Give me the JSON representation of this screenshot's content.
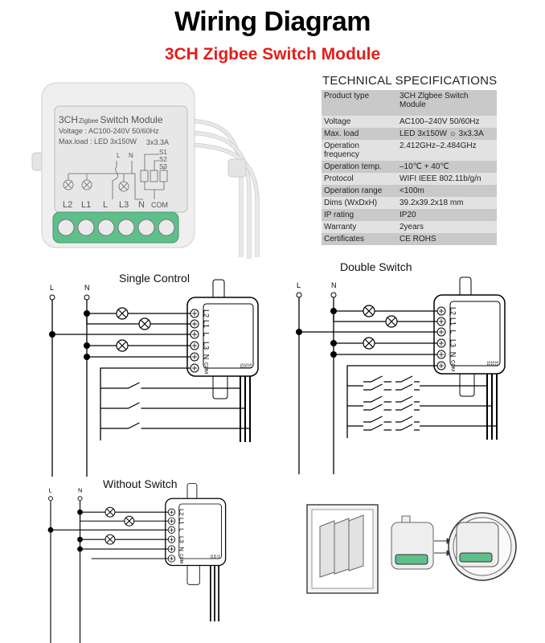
{
  "header": {
    "title": "Wiring Diagram",
    "subtitle": "3CH Zigbee Switch Module"
  },
  "colors": {
    "title": "#000000",
    "subtitle": "#e0201b",
    "terminal_green": "#5fbf8a",
    "table_row_dark": "#c9c9c9",
    "table_row_light": "#e2e2e2"
  },
  "module": {
    "brand_line": {
      "a": "3CH",
      "b": "Zigbee",
      "c": "Switch Module"
    },
    "voltage": "Voltage : AC100-240V 50/60Hz",
    "max_load": "Max.load : LED 3x150W",
    "max_load_b": "3x3.3A",
    "terminals": [
      "L2",
      "L1",
      "L",
      "L3",
      "N",
      "COM"
    ],
    "top_labels": [
      "L",
      "N"
    ],
    "switch_labels": [
      "S1",
      "S2",
      "S3"
    ]
  },
  "specs": {
    "heading": "TECHNICAL SPECIFICATIONS",
    "rows": [
      {
        "key": "Product type",
        "value": "3CH  Zlgbee Switch Module"
      },
      {
        "key": "Voltage",
        "value": "AC100–240V 50/60Hz"
      },
      {
        "key": "Max. load",
        "value": "LED 3x150W ☼ 3x3.3A"
      },
      {
        "key": "Operation frequency",
        "value": "2.412GHz–2.484GHz"
      },
      {
        "key": "Operation temp.",
        "value": "–10℃ + 40℃"
      },
      {
        "key": "Protocol",
        "value": "WIFI  IEEE 802.11b/g/n"
      },
      {
        "key": "Operation range",
        "value": "<100m"
      },
      {
        "key": "Dims (WxDxH)",
        "value": "39.2x39.2x18 mm"
      },
      {
        "key": "IP rating",
        "value": "IP20"
      },
      {
        "key": "Warranty",
        "value": "2years"
      },
      {
        "key": "Certificates",
        "value": "CE ROHS"
      }
    ]
  },
  "diagrams": {
    "single": {
      "title": "Single Control"
    },
    "double": {
      "title": "Double Switch"
    },
    "none": {
      "title": "Without Switch"
    },
    "line_labels": [
      "L",
      "N"
    ],
    "terminals": [
      "L2",
      "L1",
      "L",
      "L3",
      "N",
      "COM"
    ],
    "switch_marks": [
      "S1",
      "S2",
      "S3"
    ]
  }
}
